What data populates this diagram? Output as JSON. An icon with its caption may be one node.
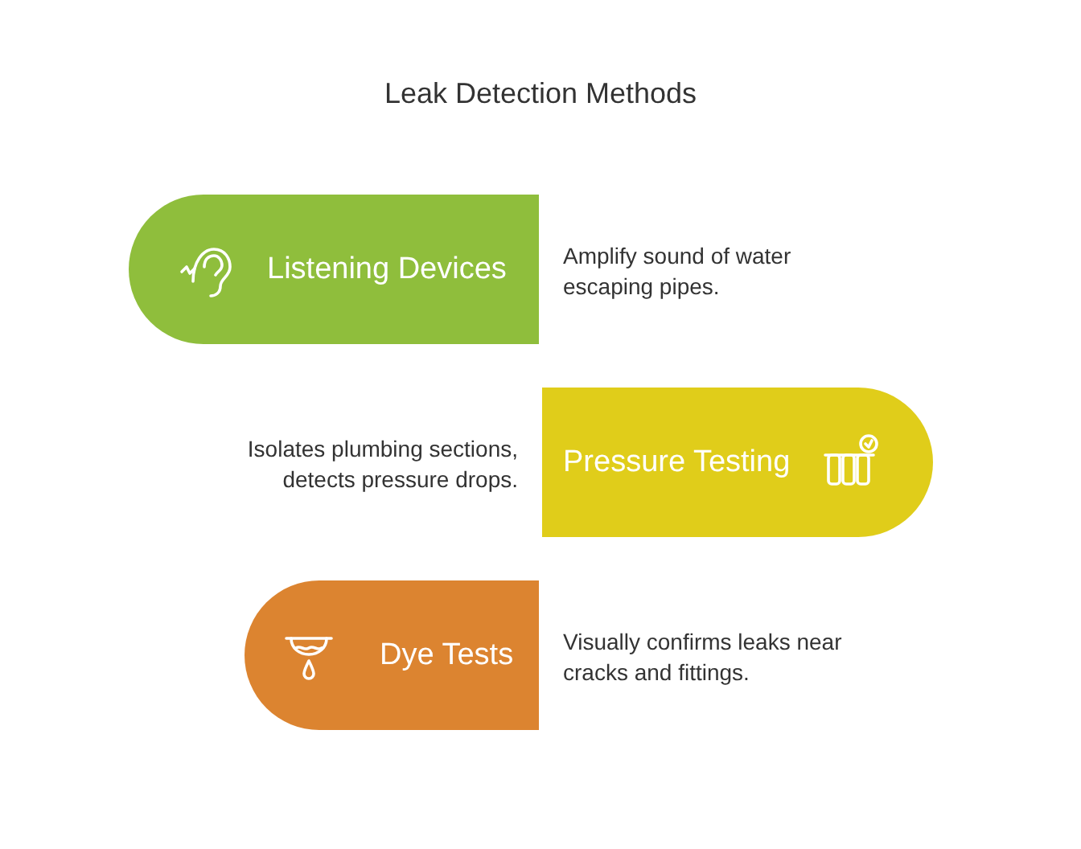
{
  "diagram": {
    "title": "Leak Detection Methods",
    "nodes": [
      {
        "text": [
          "Listening Devices"
        ],
        "beside": [
          "Amplify sound of water escaping pipes."
        ]
      },
      {
        "text": [
          "Pressure Testing"
        ],
        "beside": [
          "Isolates plumbing sections, detects pressure drops."
        ]
      },
      {
        "text": [
          "Dye Tests"
        ],
        "beside": [
          "Visually confirms leaks near cracks and fittings."
        ]
      }
    ]
  }
}
